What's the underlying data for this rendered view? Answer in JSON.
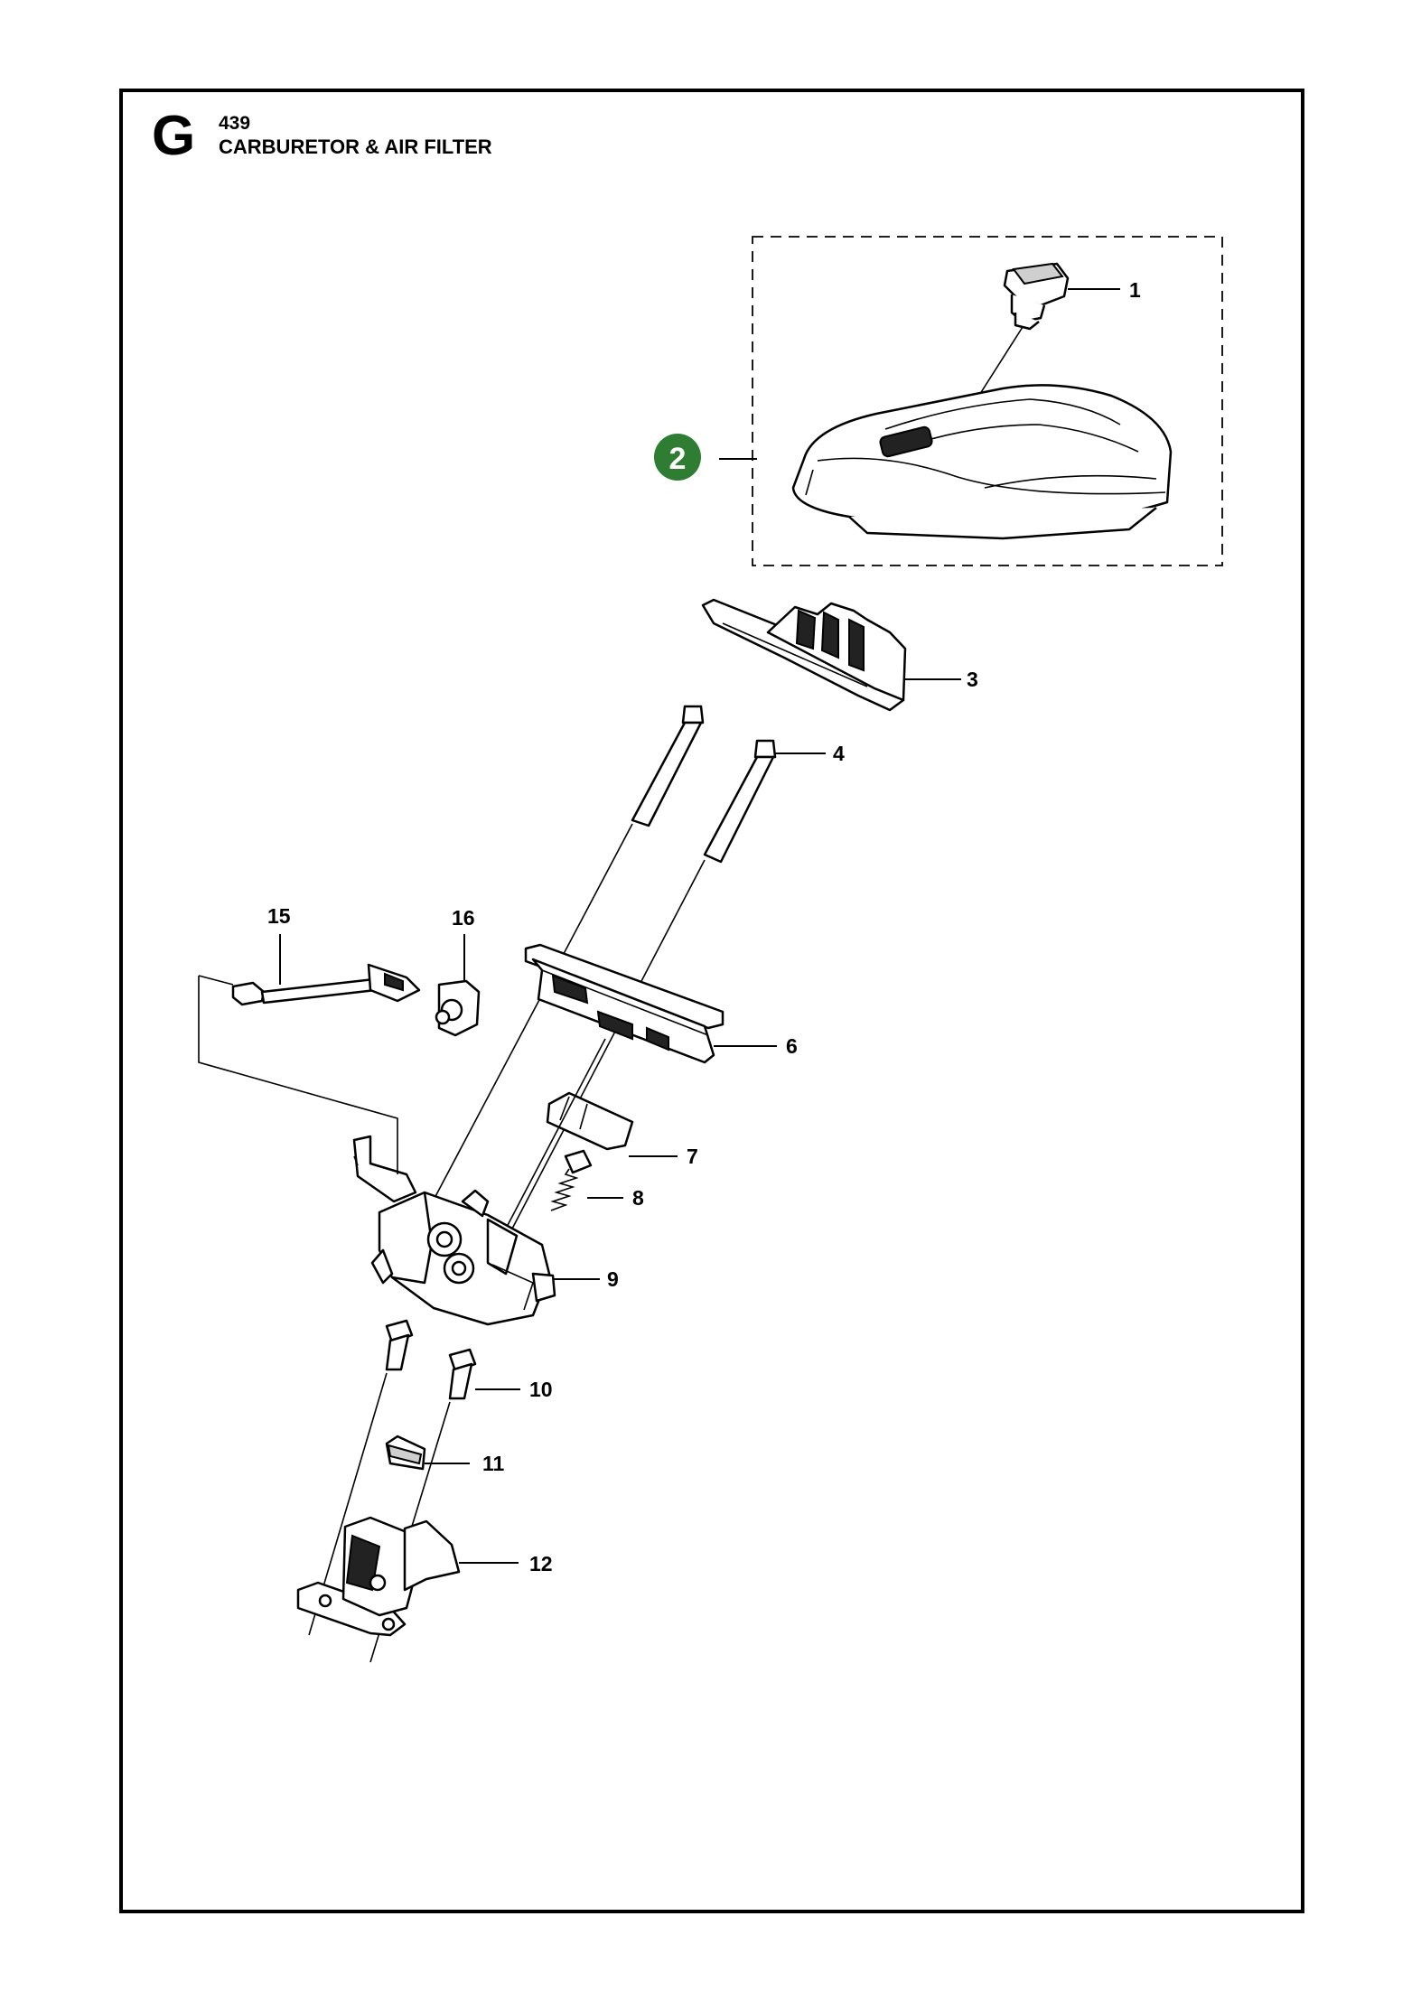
{
  "section": {
    "letter": "G",
    "number": "439",
    "title": "CARBURETOR & AIR FILTER"
  },
  "callouts": [
    {
      "id": "1",
      "label": "1"
    },
    {
      "id": "2",
      "label": "2",
      "highlighted": true
    },
    {
      "id": "3",
      "label": "3"
    },
    {
      "id": "4",
      "label": "4"
    },
    {
      "id": "6",
      "label": "6"
    },
    {
      "id": "7",
      "label": "7"
    },
    {
      "id": "8",
      "label": "8"
    },
    {
      "id": "9",
      "label": "9"
    },
    {
      "id": "10",
      "label": "10"
    },
    {
      "id": "11",
      "label": "11"
    },
    {
      "id": "12",
      "label": "12"
    },
    {
      "id": "15",
      "label": "15"
    },
    {
      "id": "16",
      "label": "16"
    }
  ],
  "colors": {
    "highlight_badge": "#2e7d32",
    "line": "#000000",
    "background": "#ffffff"
  }
}
